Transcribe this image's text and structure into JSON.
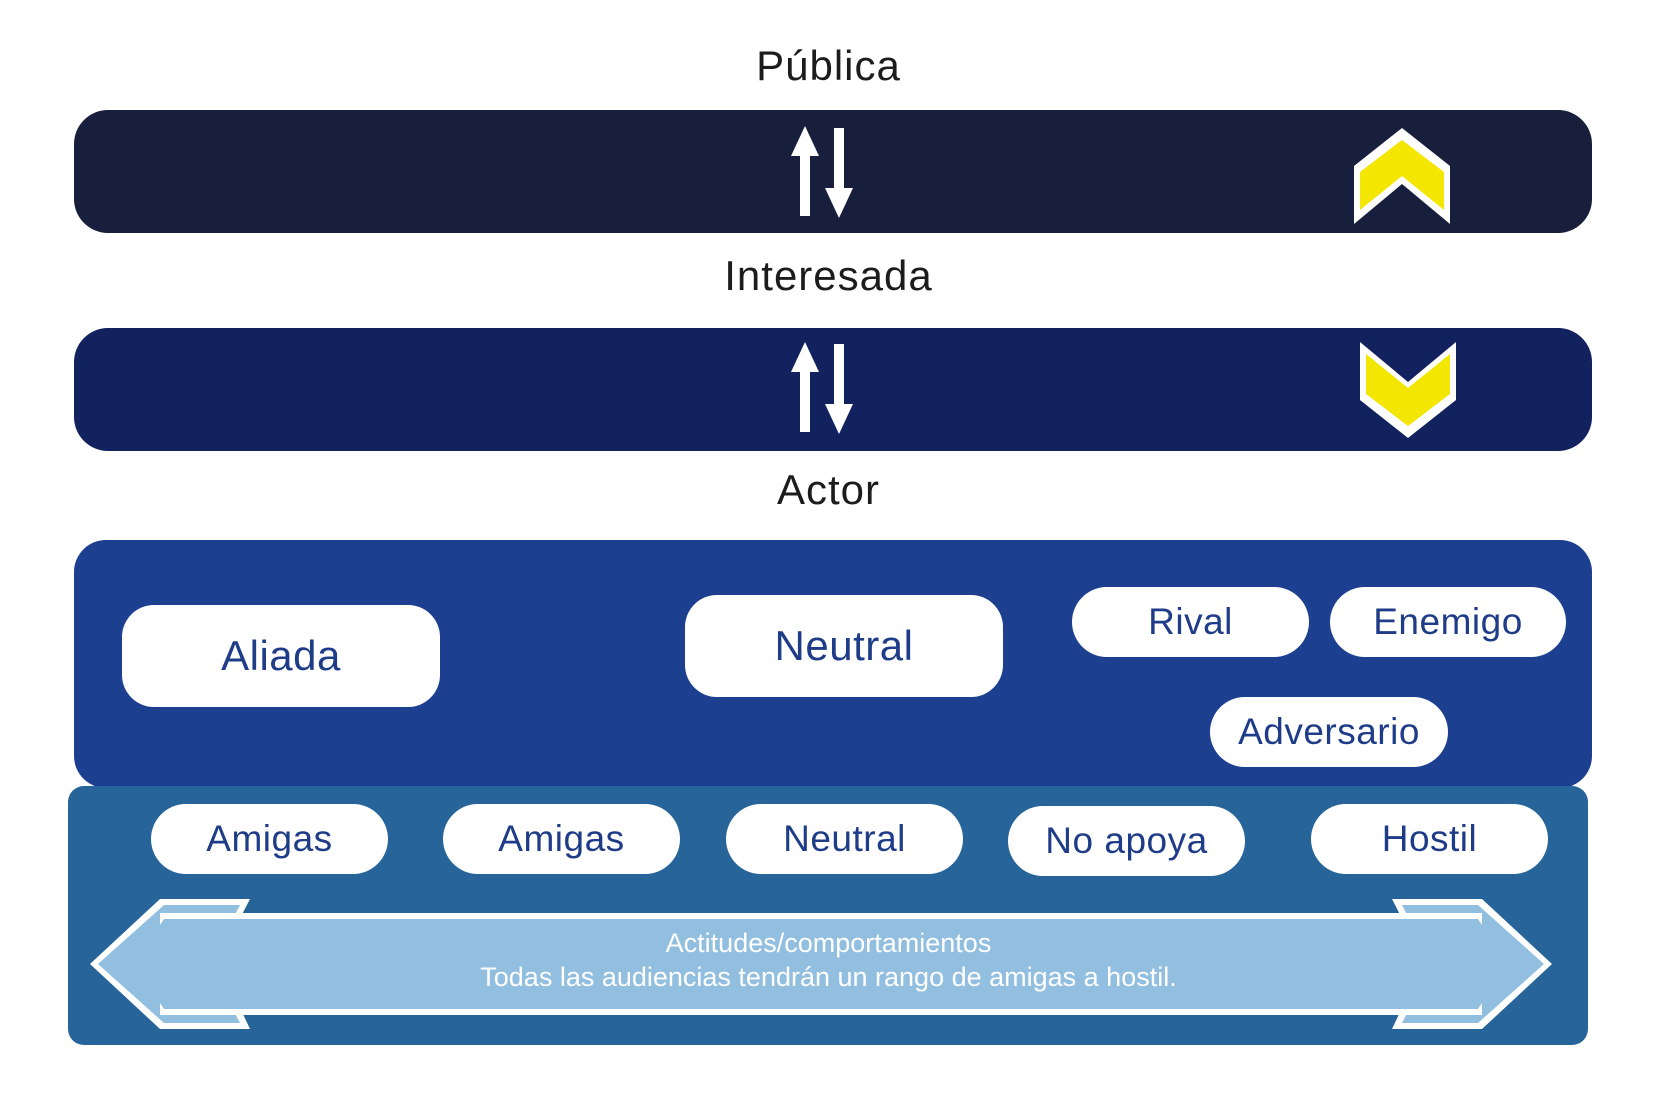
{
  "labels": {
    "publica": "Pública",
    "interesada": "Interesada",
    "actor": "Actor"
  },
  "actor_categories": {
    "aliada": "Aliada",
    "neutral": "Neutral",
    "rival": "Rival",
    "enemigo": "Enemigo",
    "adversario": "Adversario"
  },
  "attitudes": [
    "Amigas",
    "Amigas",
    "Neutral",
    "No apoya",
    "Hostil"
  ],
  "arrow_banner": {
    "title": "Actitudes/comportamientos",
    "text": "Todas las audiencias tendrán un rango de amigas a hostil."
  },
  "colors": {
    "band_publica": "#171f3c",
    "band_interesada": "#12225f",
    "band_actor": "#1c3f90",
    "band_attitudes": "#266499",
    "chevron": "#f3e600",
    "arrow_fill": "#92bfe0"
  },
  "icons": {
    "between_bands": "up-down-arrows-icon",
    "band1_marker": "chevron-up-icon",
    "band2_marker": "chevron-down-icon"
  }
}
